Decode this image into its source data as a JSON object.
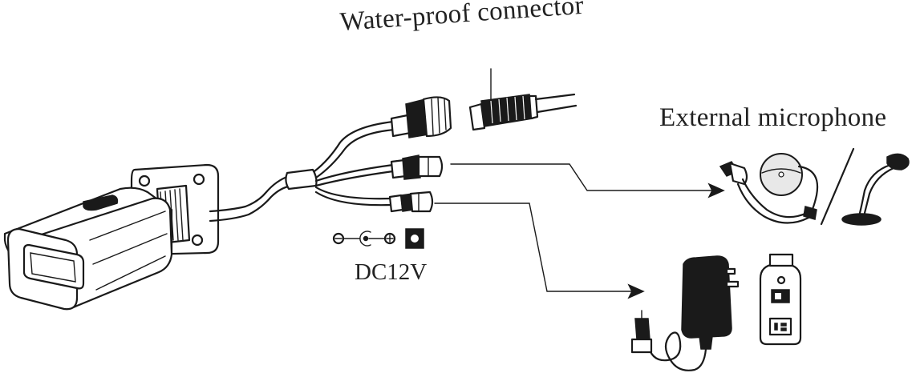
{
  "labels": {
    "waterproof_connector": "Water-proof connector",
    "external_microphone": "External microphone",
    "power_spec": "DC12V"
  },
  "icons": {
    "camera": "bullet-camera-icon",
    "network_connector": "waterproof-network-connector-icon",
    "network_plug": "network-plug-icon",
    "audio_jack": "audio-jack-icon",
    "power_jack": "dc-power-jack-icon",
    "polarity": "dc-polarity-symbol-icon",
    "microphone_cable": "microphone-cable-icon",
    "pickup_microphone": "round-pickup-microphone-icon",
    "desk_microphone": "gooseneck-desk-microphone-icon",
    "power_adapter": "power-adapter-icon",
    "wall_outlet": "wall-outlet-icon"
  },
  "colors": {
    "line": "#1a1a1a",
    "background": "#ffffff"
  }
}
